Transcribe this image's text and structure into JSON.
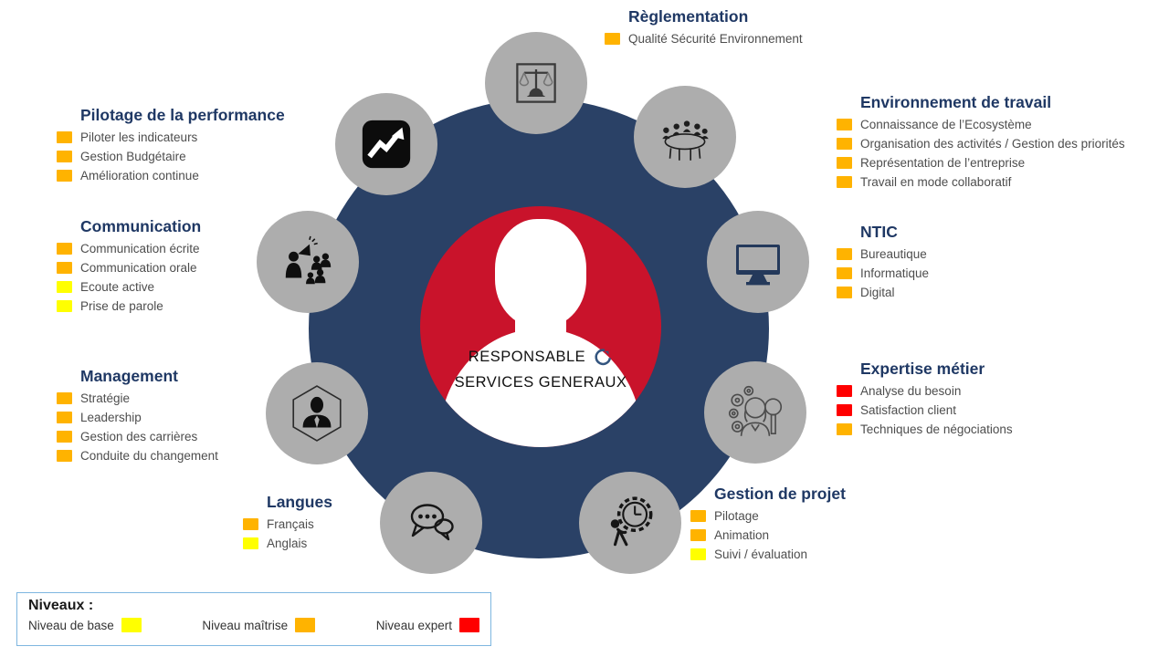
{
  "center": {
    "role_line1": "RESPONSABLE",
    "role_line2": "SERVICES GENERAUX",
    "logo_icon": "refresh-arrow-icon",
    "wheel_color": "#2A4166",
    "circle_color": "#C9132B",
    "satellite_color": "#ADADAD",
    "title_color": "#1F3864"
  },
  "levels": {
    "base": {
      "label": "Niveau de base",
      "color": "#FFFF00"
    },
    "maitrise": {
      "label": "Niveau maîtrise",
      "color": "#FFB300"
    },
    "expert": {
      "label": "Niveau expert",
      "color": "#FF0000"
    }
  },
  "legend": {
    "title": "Niveaux :"
  },
  "categories": [
    {
      "id": "reglementation",
      "title": "Règlementation",
      "icon": "scales-icon",
      "items": [
        {
          "label": "Qualité Sécurité Environnement",
          "level": "maitrise"
        }
      ]
    },
    {
      "id": "environnement-de-travail",
      "title": "Environnement de travail",
      "icon": "meeting-table-icon",
      "items": [
        {
          "label": "Connaissance de l’Ecosystème",
          "level": "maitrise"
        },
        {
          "label": "Organisation des activités / Gestion des priorités",
          "level": "maitrise"
        },
        {
          "label": "Représentation de l’entreprise",
          "level": "maitrise"
        },
        {
          "label": "Travail en mode collaboratif",
          "level": "maitrise"
        }
      ]
    },
    {
      "id": "ntic",
      "title": "NTIC",
      "icon": "monitor-icon",
      "items": [
        {
          "label": "Bureautique",
          "level": "maitrise"
        },
        {
          "label": "Informatique",
          "level": "maitrise"
        },
        {
          "label": "Digital",
          "level": "maitrise"
        }
      ]
    },
    {
      "id": "expertise-metier",
      "title": "Expertise métier",
      "icon": "analyst-gears-magnifier-icon",
      "items": [
        {
          "label": "Analyse du besoin",
          "level": "expert"
        },
        {
          "label": "Satisfaction client",
          "level": "expert"
        },
        {
          "label": "Techniques de négociations",
          "level": "maitrise"
        }
      ]
    },
    {
      "id": "gestion-de-projet",
      "title": "Gestion de projet",
      "icon": "clock-gear-icon",
      "items": [
        {
          "label": "Pilotage",
          "level": "maitrise"
        },
        {
          "label": "Animation",
          "level": "maitrise"
        },
        {
          "label": "Suivi / évaluation",
          "level": "base"
        }
      ]
    },
    {
      "id": "langues",
      "title": "Langues",
      "icon": "speech-bubbles-icon",
      "items": [
        {
          "label": "Français",
          "level": "maitrise"
        },
        {
          "label": "Anglais",
          "level": "base"
        }
      ]
    },
    {
      "id": "management",
      "title": "Management",
      "icon": "businessman-hexagon-icon",
      "items": [
        {
          "label": "Stratégie",
          "level": "maitrise"
        },
        {
          "label": "Leadership",
          "level": "maitrise"
        },
        {
          "label": "Gestion des carrières",
          "level": "maitrise"
        },
        {
          "label": "Conduite du changement",
          "level": "maitrise"
        }
      ]
    },
    {
      "id": "communication",
      "title": "Communication",
      "icon": "megaphone-speaker-icon",
      "items": [
        {
          "label": "Communication écrite",
          "level": "maitrise"
        },
        {
          "label": "Communication orale",
          "level": "maitrise"
        },
        {
          "label": "Ecoute active",
          "level": "base"
        },
        {
          "label": "Prise de parole",
          "level": "base"
        }
      ]
    },
    {
      "id": "pilotage-de-la-performance",
      "title": "Pilotage de la performance",
      "icon": "trending-chart-icon",
      "items": [
        {
          "label": "Piloter les indicateurs",
          "level": "maitrise"
        },
        {
          "label": "Gestion Budgétaire",
          "level": "maitrise"
        },
        {
          "label": "Amélioration continue",
          "level": "maitrise"
        }
      ]
    }
  ]
}
